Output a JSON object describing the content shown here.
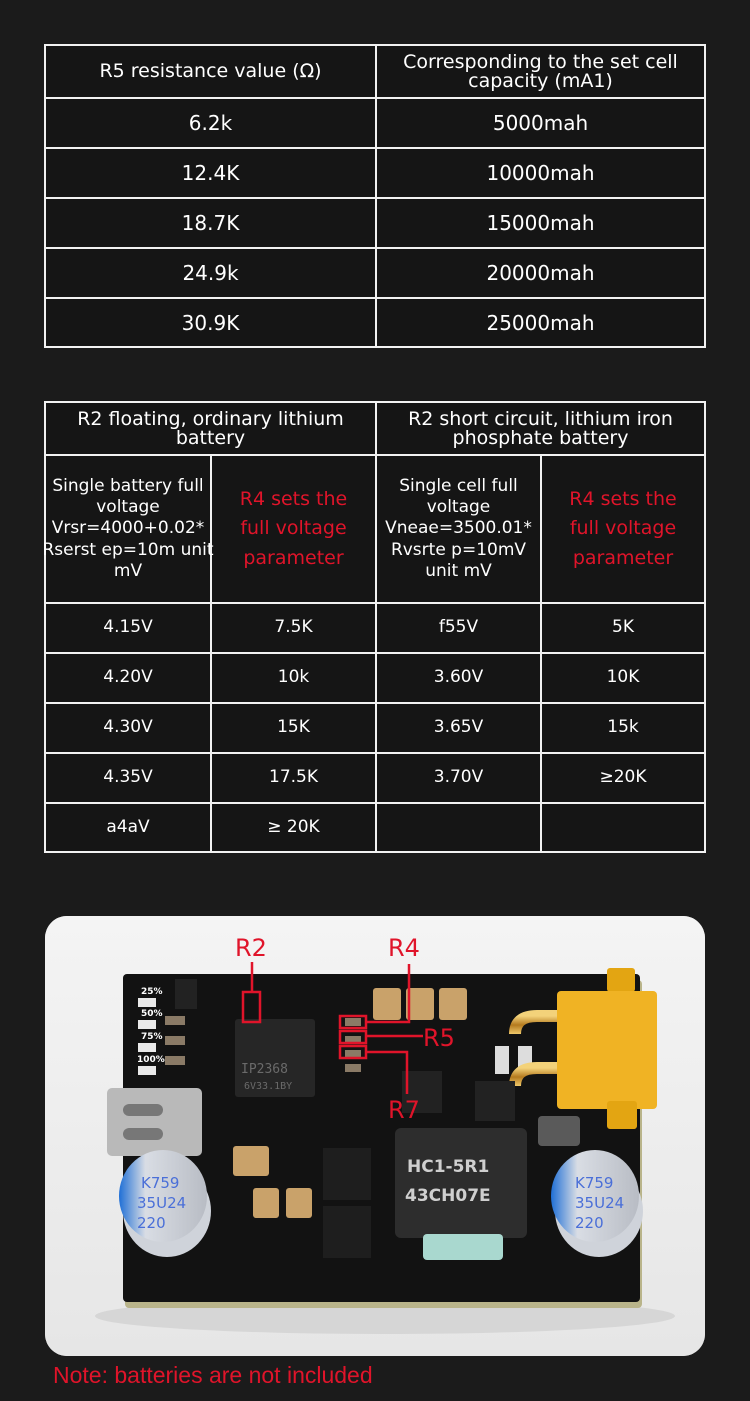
{
  "table1": {
    "headers": [
      "R5 resistance value (Ω)",
      "Corresponding to the set cell capacity (mA1)"
    ],
    "rows": [
      [
        "6.2k",
        "5000mah"
      ],
      [
        "12.4K",
        "10000mah"
      ],
      [
        "18.7K",
        "15000mah"
      ],
      [
        "24.9k",
        "20000mah"
      ],
      [
        "30.9K",
        "25000mah"
      ]
    ]
  },
  "table2": {
    "group_headers": [
      "R2 floating, ordinary lithium battery",
      "R2 short circuit, lithium iron phosphate battery"
    ],
    "sub_headers": [
      "Single battery full voltage Vrsr=4000+0.02* Rserst ep=10m unit mV",
      "R4 sets the full voltage parameter",
      "Single cell full voltage Vneae=3500.01* Rvsrte p=10mV unit mV",
      "R4 sets the full voltage parameter"
    ],
    "rows": [
      [
        "4.15V",
        "7.5K",
        "f55V",
        "5K"
      ],
      [
        "4.20V",
        "10k",
        "3.60V",
        "10K"
      ],
      [
        "4.30V",
        "15K",
        "3.65V",
        "15k"
      ],
      [
        "4.35V",
        "17.5K",
        "3.70V",
        "≥20K"
      ],
      [
        "a4aV",
        "≥ 20K",
        "",
        ""
      ]
    ]
  },
  "photo": {
    "labels": {
      "r2": "R2",
      "r4": "R4",
      "r5": "R5",
      "r7": "R7"
    },
    "led_labels": [
      "25%",
      "50%",
      "75%",
      "100%"
    ],
    "chip_main": [
      "IP2368",
      "6V33.1BY"
    ],
    "inductor": [
      "HC1-5R1",
      "43CH07E"
    ],
    "capacitor": [
      "K759",
      "35U24",
      "220"
    ],
    "accent_color": "#e0142a"
  },
  "note": "Note: batteries are not included"
}
